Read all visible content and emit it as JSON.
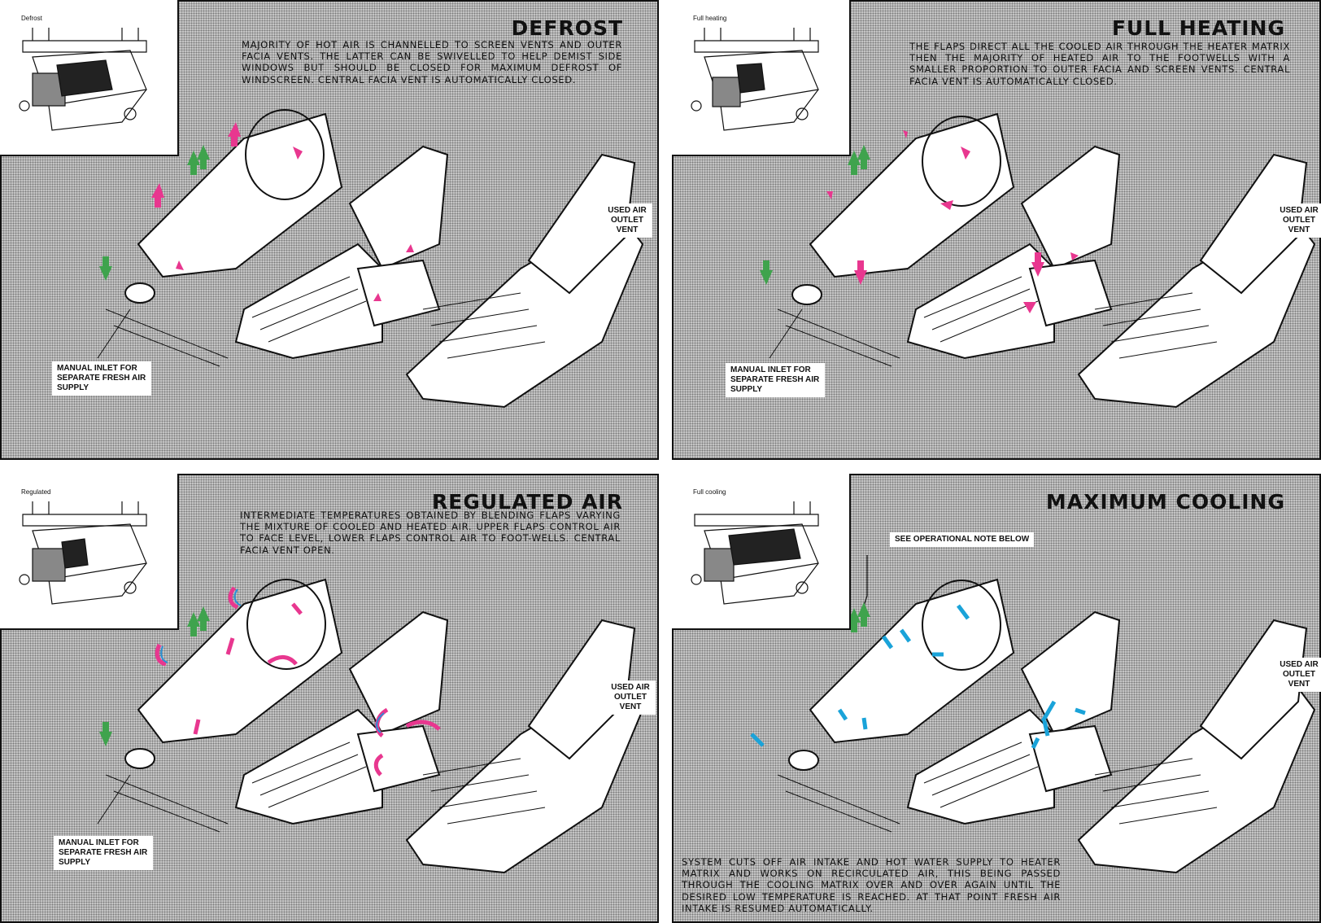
{
  "panels": {
    "defrost": {
      "title": "DEFROST",
      "inset_caption": "Defrost",
      "description": "MAJORITY OF HOT AIR IS CHANNELLED TO SCREEN VENTS AND OUTER FACIA VENTS. THE LATTER CAN BE SWIVELLED TO HELP DEMIST SIDE WINDOWS BUT SHOULD BE CLOSED FOR MAXIMUM DEFROST OF WINDSCREEN. CENTRAL FACIA VENT IS AUTOMATICALLY CLOSED.",
      "used_air_label": "USED AIR OUTLET VENT",
      "manual_inlet_label": "MANUAL INLET FOR SEPARATE FRESH AIR SUPPLY",
      "arrow_color": "#e8378f"
    },
    "full_heating": {
      "title": "FULL HEATING",
      "inset_caption": "Full heating",
      "description": "THE FLAPS DIRECT ALL THE COOLED AIR THROUGH THE HEATER MATRIX THEN THE MAJORITY OF HEATED AIR TO THE FOOTWELLS WITH A SMALLER PROPORTION TO OUTER FACIA AND SCREEN VENTS. CENTRAL FACIA VENT IS AUTOMATICALLY CLOSED.",
      "used_air_label": "USED AIR OUTLET VENT",
      "manual_inlet_label": "MANUAL INLET FOR SEPARATE FRESH AIR SUPPLY",
      "arrow_color": "#e8378f"
    },
    "regulated_air": {
      "title": "REGULATED AIR",
      "inset_caption": "Regulated",
      "description": "INTERMEDIATE TEMPERATURES OBTAINED BY BLENDING FLAPS VARYING THE MIXTURE OF COOLED AND HEATED AIR. UPPER FLAPS CONTROL AIR TO FACE LEVEL, LOWER FLAPS CONTROL AIR TO FOOT-WELLS. CENTRAL FACIA VENT OPEN.",
      "used_air_label": "USED AIR OUTLET VENT",
      "manual_inlet_label": "MANUAL INLET FOR SEPARATE FRESH AIR SUPPLY",
      "arrow_color": "#e8378f",
      "arrow_color_2": "#2a8fd6"
    },
    "maximum_cooling": {
      "title": "MAXIMUM COOLING",
      "inset_caption": "Full cooling",
      "note_label": "SEE OPERATIONAL NOTE BELOW",
      "description": "SYSTEM CUTS OFF AIR INTAKE AND HOT WATER SUPPLY TO HEATER MATRIX AND WORKS ON RECIRCULATED AIR, THIS BEING PASSED THROUGH THE COOLING MATRIX OVER AND OVER AGAIN UNTIL THE DESIRED LOW TEMPERATURE IS REACHED. AT THAT POINT FRESH AIR INTAKE IS RESUMED AUTOMATICALLY.",
      "used_air_label": "USED AIR OUTLET VENT",
      "arrow_color": "#1aa3d9"
    }
  },
  "colors": {
    "fresh_air_arrow": "#3fa34d",
    "hot_air_arrow": "#e8378f",
    "cool_air_arrow": "#1aa3d9",
    "background_dots": "#7a7a7a"
  }
}
